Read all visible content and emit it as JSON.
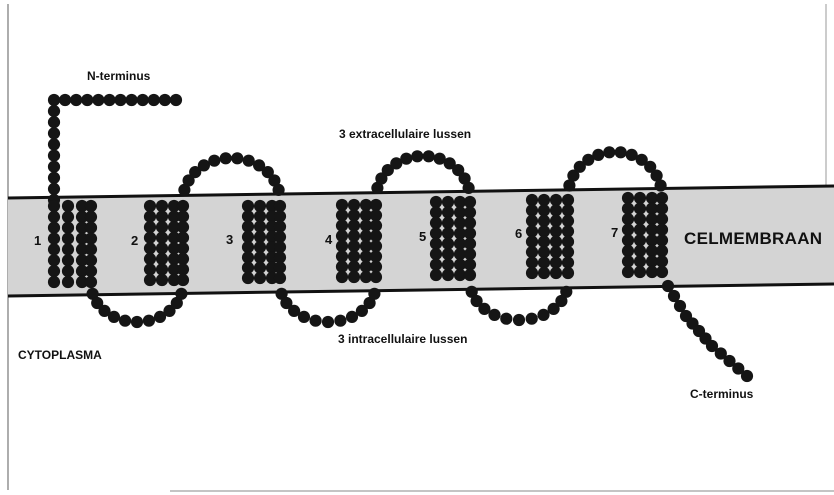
{
  "colors": {
    "membrane_fill": "#d4d4d4",
    "membrane_edge": "#111111",
    "bead": "#151515",
    "frame": "#777777"
  },
  "labels": {
    "n_terminus": "N-terminus",
    "c_terminus": "C-terminus",
    "extracellular": "3 extracellulaire lussen",
    "intracellular": "3 intracellulaire lussen",
    "cytoplasm": "CYTOPLASMA",
    "membrane": "CELMEMBRAAN"
  },
  "helices": [
    {
      "number": "1"
    },
    {
      "number": "2"
    },
    {
      "number": "3"
    },
    {
      "number": "4"
    },
    {
      "number": "5"
    },
    {
      "number": "6"
    },
    {
      "number": "7"
    }
  ]
}
